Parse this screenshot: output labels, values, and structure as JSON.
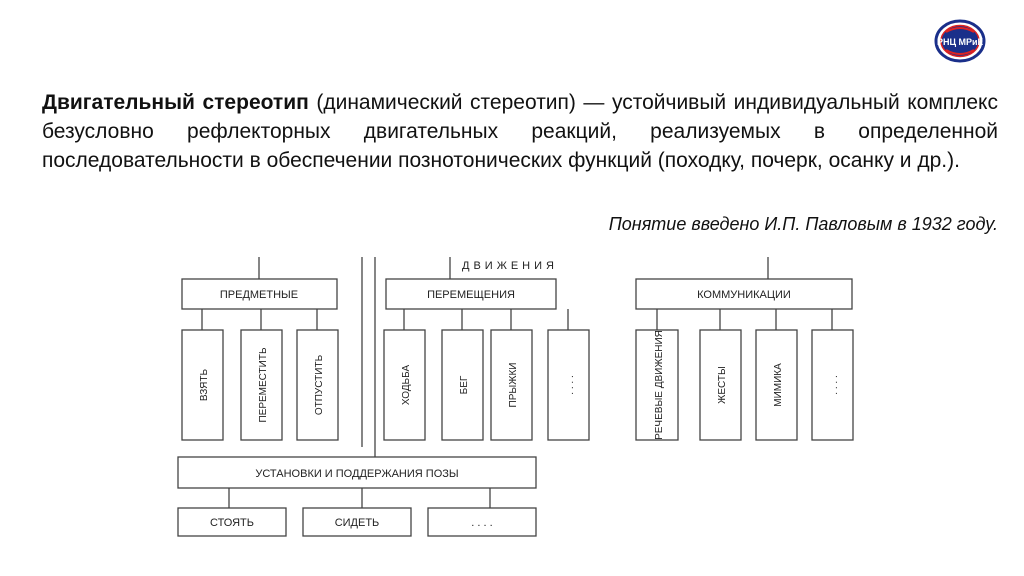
{
  "logo": {
    "text": "РНЦ МРиК",
    "icon": "organization-emblem"
  },
  "definition": {
    "term": "Двигательный стереотип",
    "body": " (динамический стереотип) — устойчивый индивидуальный комплекс безусловно рефлекторных двигательных реакций, реализуемых в определенной последовательности в обеспечении познотонических функций (походку, почерк, осанку и др.)."
  },
  "attribution": "Понятие введено И.П. Павловым в 1932 году.",
  "diagram": {
    "title": "ДВИЖЕНИЯ",
    "groups": [
      {
        "label": "ПРЕДМЕТНЫЕ",
        "items": [
          "ВЗЯТЬ",
          "ПЕРЕМЕСТИТЬ",
          "ОТПУСТИТЬ"
        ]
      },
      {
        "label": "ПЕРЕМЕЩЕНИЯ",
        "items": [
          "ХОДЬБА",
          "БЕГ",
          "ПРЫЖКИ",
          ". . . ."
        ]
      },
      {
        "label": "КОММУНИКАЦИИ",
        "items": [
          "РЕЧЕВЫЕ ДВИЖЕНИЯ",
          "ЖЕСТЫ",
          "МИМИКА",
          ". . . ."
        ]
      }
    ],
    "posture": {
      "label": "УСТАНОВКИ И ПОДДЕРЖАНИЯ ПОЗЫ",
      "items": [
        "СТОЯТЬ",
        "СИДЕТЬ",
        ". . . ."
      ]
    }
  }
}
